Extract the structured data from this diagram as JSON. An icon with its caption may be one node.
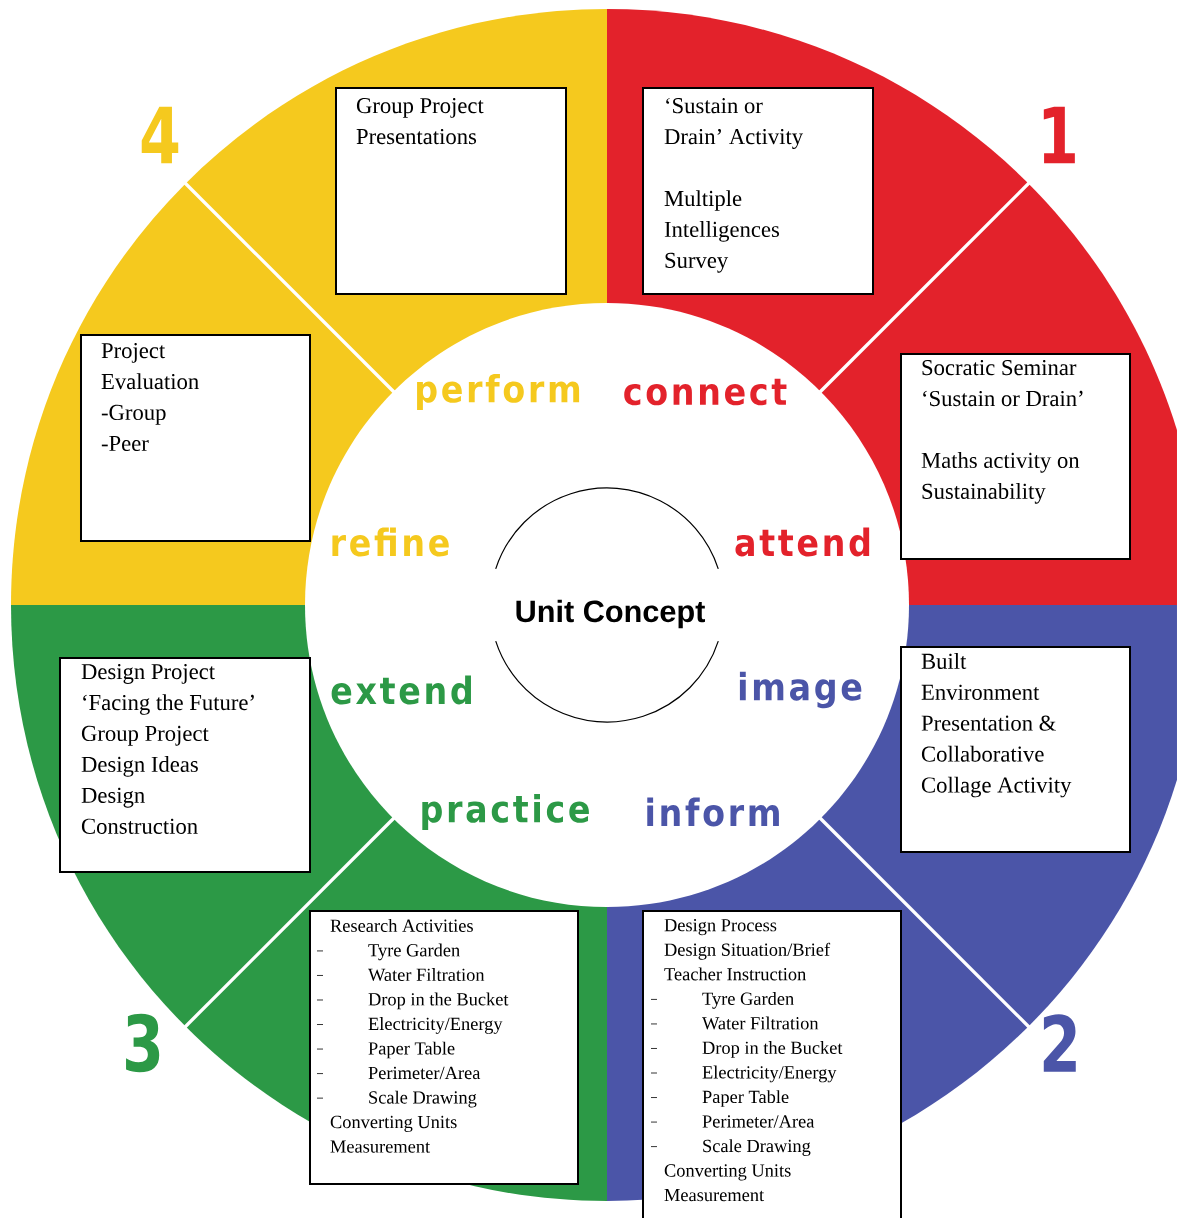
{
  "diagram": {
    "nodes": [
      {
        "text": [
          "Group Project Presentations"
        ]
      },
      {
        "text": [
          "‘Sustain or Drain’ Activity",
          "Multiple Intelligences Survey"
        ]
      },
      {
        "text": [
          "Project Evaluation",
          "-Group",
          "-Peer"
        ]
      },
      {
        "text": [
          "Socratic Seminar ‘Sustain or Drain’",
          "Maths activity on Sustainability"
        ]
      },
      {
        "text": [
          "Design Project",
          "‘Facing the Future’",
          "Group Project",
          "Design Ideas",
          "Design Construction"
        ]
      },
      {
        "text": [
          "Built Environment Presentation & Collaborative Collage Activity"
        ]
      },
      {
        "text": [
          "Research Activities",
          "Tyre Garden",
          "Water Filtration",
          "Drop in the Bucket",
          "Electricity/Energy",
          "Paper Table",
          "Perimeter/Area",
          "Scale Drawing",
          "Converting Units",
          "Measurement"
        ]
      },
      {
        "text": [
          "Design Process",
          "Design Situation/Brief",
          "Teacher Instruction",
          "Tyre Garden",
          "Water Filtration",
          "Drop in the Bucket",
          "Electricity/Energy",
          "Paper Table",
          "Perimeter/Area",
          "Scale Drawing",
          "Converting Units",
          "Measurement"
        ]
      },
      {
        "text": [
          "Unit Concept"
        ]
      }
    ],
    "labels": [
      "4",
      "1",
      "perform",
      "connect",
      "refine",
      "attend",
      "extend",
      "image",
      "practice",
      "inform",
      "3",
      "2"
    ]
  }
}
